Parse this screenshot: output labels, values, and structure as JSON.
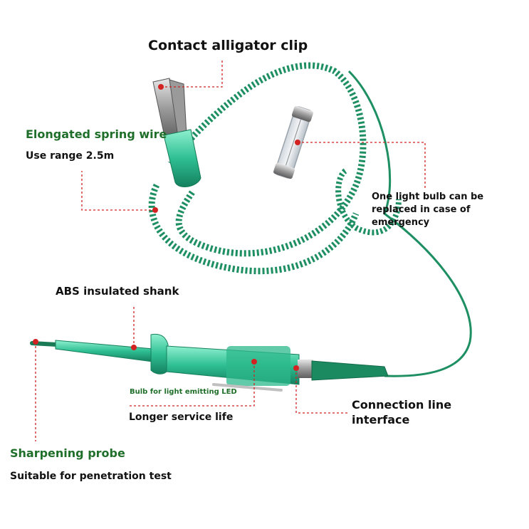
{
  "labels": {
    "alligator_clip": "Contact alligator clip",
    "spring_wire": "Elongated spring wire",
    "use_range": "Use range 2.5m",
    "bulb_replace": "One light bulb can be replaced in case of emergency",
    "abs_shank": "ABS insulated shank",
    "led_bulb": "Bulb for light emitting LED",
    "service_life": "Longer service life",
    "connection": "Connection line interface",
    "probe": "Sharpening probe",
    "penetration": "Suitable for penetration test"
  },
  "colors": {
    "cable_green": "#1e8f63",
    "body_green": "#37c39a",
    "label_green": "#1f6f2a",
    "leader_red": "#d22222"
  }
}
